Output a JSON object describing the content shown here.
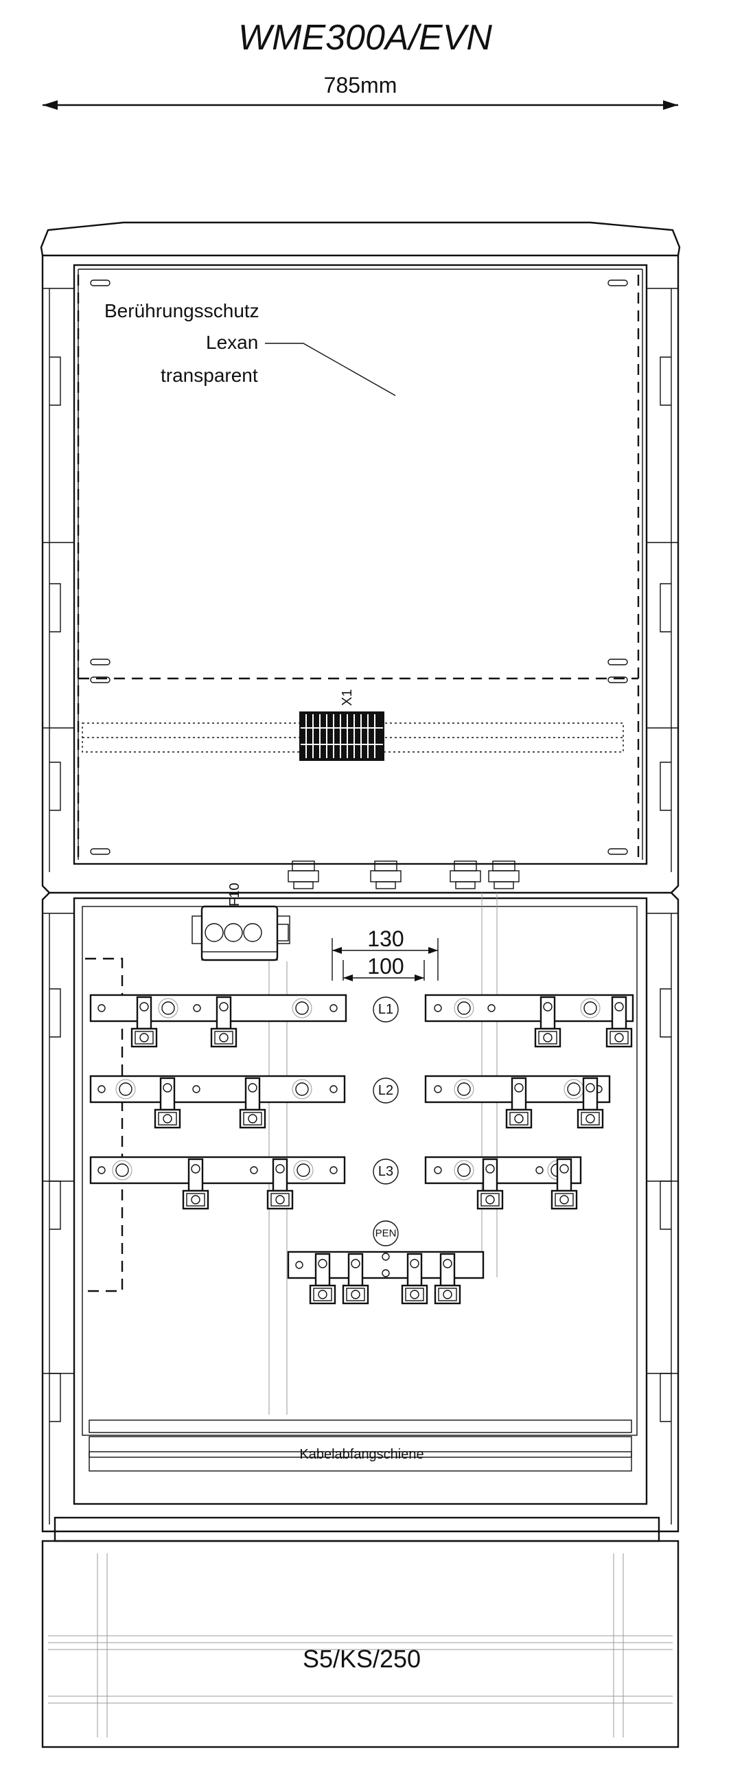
{
  "title": "WME300A/EVN",
  "overall_width": "785mm",
  "cover_labels": {
    "line1": "Berührungsschutz",
    "line2": "Lexan",
    "line3": "transparent"
  },
  "terminal_label": "X1",
  "fuse_label": "F10",
  "dimension_outer": "130",
  "dimension_inner": "100",
  "phases": [
    "L1",
    "L2",
    "L3"
  ],
  "pen_label": "PEN",
  "rail_label": "Kabelabfangschiene",
  "base_label": "S5/KS/250"
}
